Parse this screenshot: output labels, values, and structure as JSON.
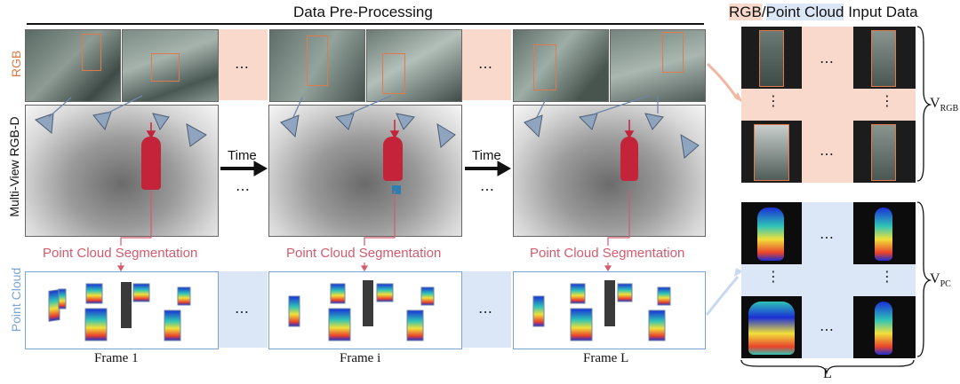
{
  "title": "Data Pre-Processing",
  "right_title": {
    "rgb": "RGB",
    "sep": "/",
    "pc": "Point Cloud",
    "rest": " Input Data"
  },
  "row_labels": {
    "rgb": "RGB",
    "rgbd": "Multi-View RGB-D",
    "pc": "Point Cloud"
  },
  "time_label": "Time",
  "segmentation_label": "Point Cloud Segmentation",
  "frames": [
    "Frame 1",
    "Frame i",
    "Frame L"
  ],
  "ellipsis": "…",
  "vdots": "⋮",
  "v_rgb": {
    "main": "V",
    "sub": "RGB"
  },
  "v_pc": {
    "main": "V",
    "sub": "PC"
  },
  "l_label": "L",
  "colors": {
    "pink": "#f9d9cc",
    "blue": "#dbe6f6",
    "seg_red": "#d45b6e",
    "pc_blue": "#7aa4d6",
    "rgb_orange": "#e07a4a"
  }
}
